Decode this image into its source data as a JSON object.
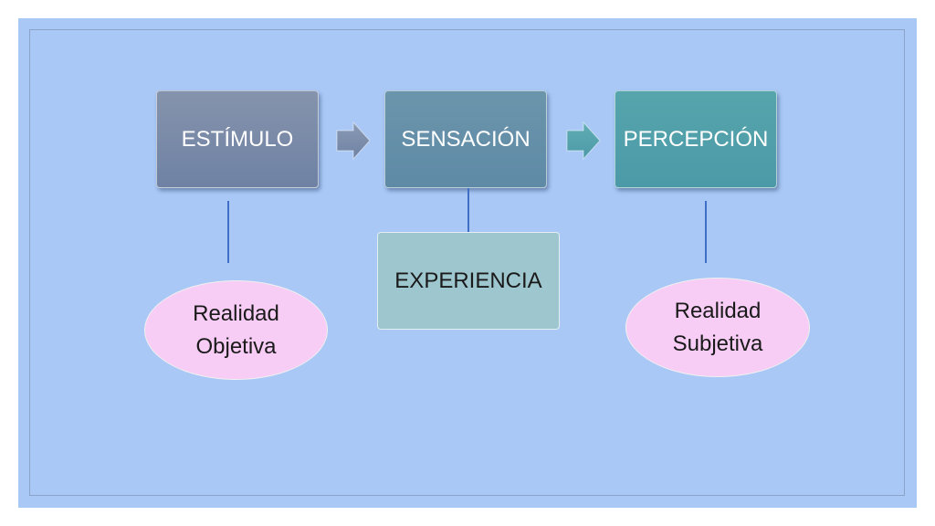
{
  "diagram": {
    "steps": [
      {
        "label": "ESTÍMULO"
      },
      {
        "label": "SENSACIÓN"
      },
      {
        "label": "PERCEPCIÓN"
      }
    ],
    "experience": {
      "label": "EXPERIENCIA"
    },
    "objective": {
      "line1": "Realidad",
      "line2": "Objetiva"
    },
    "subjective": {
      "line1": "Realidad",
      "line2": "Subjetiva"
    }
  },
  "colors": {
    "background": "#a9c8f6",
    "estimulo": "#7b8aa8",
    "sensacion": "#6590a9",
    "percepcion": "#52a0aa",
    "experiencia": "#9ec6cf",
    "ellipse": "#f7ccf5",
    "connector": "#3f6fc6"
  }
}
